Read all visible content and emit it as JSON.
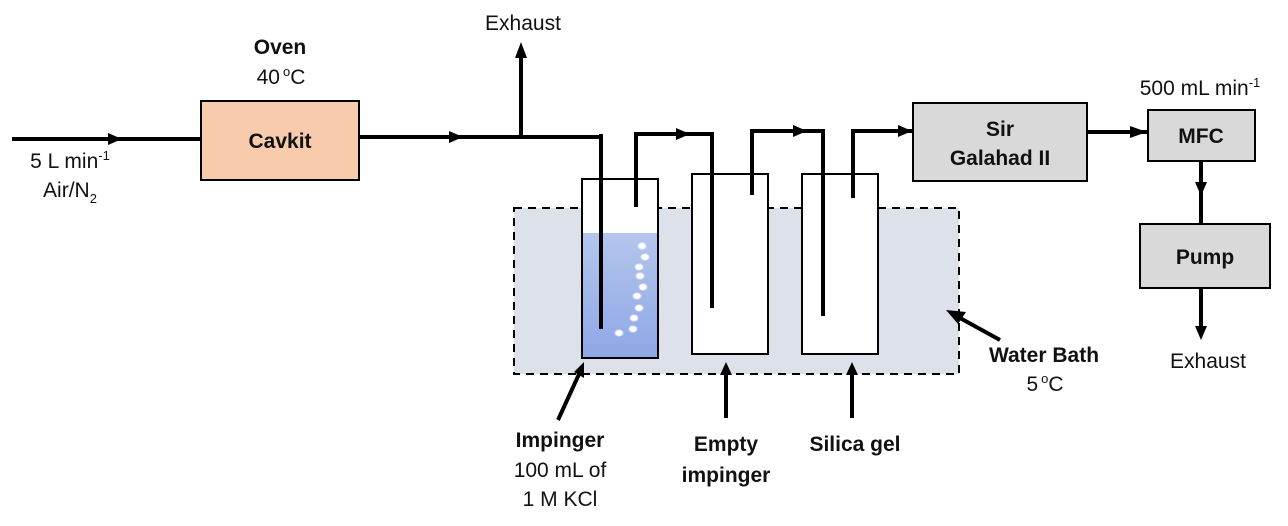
{
  "title": "Experimental setup schematic",
  "colors": {
    "cavkit_fill": "#f8cbad",
    "gray_box_fill": "#d9d9d9",
    "water_bath_fill": "#dde2ea",
    "liquid_top": "#b4c6ec",
    "liquid_bottom": "#8ea7e6",
    "line": "#000000"
  },
  "inlet": {
    "flow": "5 L min",
    "flow_exp": "-1",
    "gas_prefix": "Air/N",
    "gas_sub": "2"
  },
  "oven": {
    "label": "Oven",
    "temp": "40",
    "temp_unit": "oC"
  },
  "cavkit": {
    "label": "Cavkit"
  },
  "exhaust_top": {
    "label": "Exhaust"
  },
  "impingers": [
    {
      "title": "Impinger",
      "line2": "100 mL of",
      "line3": "1 M KCl",
      "contents": "liquid"
    },
    {
      "title": "Empty",
      "line2": "impinger",
      "contents": "empty"
    },
    {
      "title": "Silica gel",
      "contents": "empty"
    }
  ],
  "water_bath": {
    "label": "Water Bath",
    "temp": "5",
    "temp_unit": "oC"
  },
  "sir_galahad": {
    "line1": "Sir",
    "line2": "Galahad II"
  },
  "mfc": {
    "label": "MFC",
    "flow": "500 mL min",
    "flow_exp": "-1"
  },
  "pump": {
    "label": "Pump"
  },
  "exhaust_bottom": {
    "label": "Exhaust"
  }
}
